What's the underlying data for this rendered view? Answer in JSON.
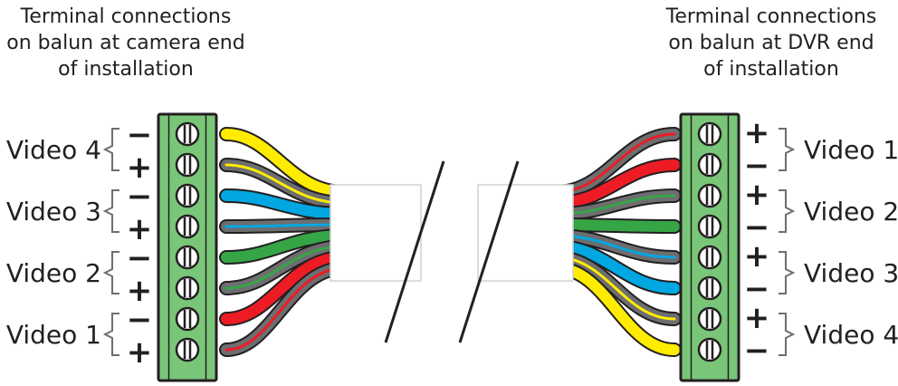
{
  "captions": {
    "left": [
      "Terminal connections",
      "on balun at camera end",
      "of installation"
    ],
    "right": [
      "Terminal connections",
      "on balun at DVR end",
      "of installation"
    ]
  },
  "left_terminals": [
    {
      "label": "Video 4",
      "top_sign": "−",
      "bottom_sign": "+",
      "colors": [
        "#ffec00",
        "#6d6e70"
      ],
      "stripe": "#ffec00"
    },
    {
      "label": "Video 3",
      "top_sign": "−",
      "bottom_sign": "+",
      "colors": [
        "#00a7e1",
        "#6d6e70"
      ],
      "stripe": "#00a7e1"
    },
    {
      "label": "Video 2",
      "top_sign": "−",
      "bottom_sign": "+",
      "colors": [
        "#36a546",
        "#6d6e70"
      ],
      "stripe": "#36a546"
    },
    {
      "label": "Video 1",
      "top_sign": "−",
      "bottom_sign": "+",
      "colors": [
        "#ed1c24",
        "#6d6e70"
      ],
      "stripe": "#ed1c24"
    }
  ],
  "right_terminals": [
    {
      "label": "Video 1",
      "top_sign": "+",
      "bottom_sign": "−",
      "colors": [
        "#6d6e70",
        "#ed1c24"
      ],
      "stripe": "#ed1c24"
    },
    {
      "label": "Video 2",
      "top_sign": "+",
      "bottom_sign": "−",
      "colors": [
        "#6d6e70",
        "#36a546"
      ],
      "stripe": "#36a546"
    },
    {
      "label": "Video 3",
      "top_sign": "+",
      "bottom_sign": "−",
      "colors": [
        "#6d6e70",
        "#00a7e1"
      ],
      "stripe": "#00a7e1"
    },
    {
      "label": "Video 4",
      "top_sign": "+",
      "bottom_sign": "−",
      "colors": [
        "#6d6e70",
        "#ffec00"
      ],
      "stripe": "#ffec00"
    }
  ],
  "styles": {
    "terminal_block_color": "#79c679",
    "terminal_border_color": "#231f20",
    "screw_color": "#ffffff",
    "cable_jacket_color": "#ffffff"
  }
}
